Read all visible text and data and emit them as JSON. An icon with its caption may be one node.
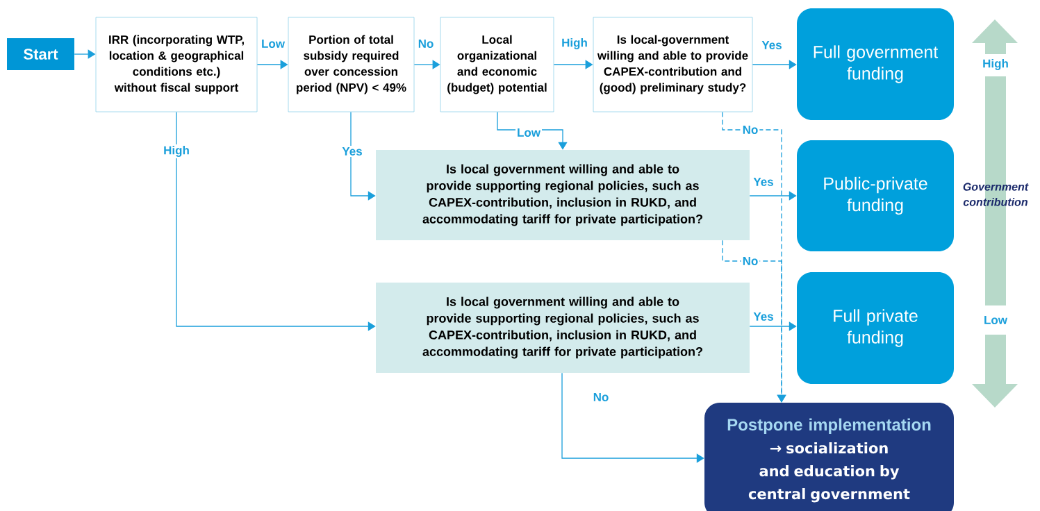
{
  "diagram": {
    "nodes": [
      {
        "text": [
          "Start"
        ]
      },
      {
        "text": [
          "IRR (incorporating WTP, location & geographical conditions etc.) without fiscal support"
        ]
      },
      {
        "text": [
          "Portion of total subsidy required over concession period (NPV) < 49%"
        ]
      },
      {
        "text": [
          "Local organizational and economic (budget) potential"
        ]
      },
      {
        "text": [
          "Is local-government willing and able to provide CAPEX-contribution and (good) preliminary study?"
        ]
      },
      {
        "text": [
          "Full government funding"
        ]
      },
      {
        "text": [
          "Is local government willing and able to provide supporting regional policies, such as CAPEX-contribution, inclusion in RUKD, and accommodating tariff for private participation?"
        ]
      },
      {
        "text": [
          "Public-private funding"
        ]
      },
      {
        "text": [
          "Is local government willing and able to provide supporting regional policies, such as CAPEX-contribution, inclusion in RUKD, and accommodating tariff for private participation?"
        ]
      },
      {
        "text": [
          "Full private funding"
        ]
      },
      {
        "text": [
          "Postpone implementation",
          "→ socialization and education by central government"
        ]
      }
    ],
    "edges": [
      {
        "from": 0,
        "to": 1,
        "arrow": "to"
      },
      {
        "from": 1,
        "to": 2,
        "arrow": "to",
        "label": "Low"
      },
      {
        "from": 2,
        "to": 3,
        "arrow": "to",
        "label": "No"
      },
      {
        "from": 3,
        "to": 4,
        "arrow": "to",
        "label": "High"
      },
      {
        "from": 4,
        "to": 5,
        "arrow": "to",
        "label": "Yes"
      },
      {
        "from": 3,
        "to": 6,
        "arrow": "to",
        "label": "Low"
      },
      {
        "from": 4,
        "to": 10,
        "arrow": "to",
        "label": "No",
        "style": "dashed"
      },
      {
        "from": 2,
        "to": 6,
        "arrow": "to",
        "label": "Yes"
      },
      {
        "from": 1,
        "to": 8,
        "arrow": "to",
        "label": "High"
      },
      {
        "from": 6,
        "to": 7,
        "arrow": "to",
        "label": "Yes"
      },
      {
        "from": 6,
        "to": 10,
        "arrow": "to",
        "label": "No",
        "style": "dashed"
      },
      {
        "from": 8,
        "to": 9,
        "arrow": "to",
        "label": "Yes"
      },
      {
        "from": 8,
        "to": 10,
        "arrow": "to",
        "label": "No"
      }
    ],
    "labels": [
      "High",
      "Government contribution",
      "Low"
    ]
  }
}
